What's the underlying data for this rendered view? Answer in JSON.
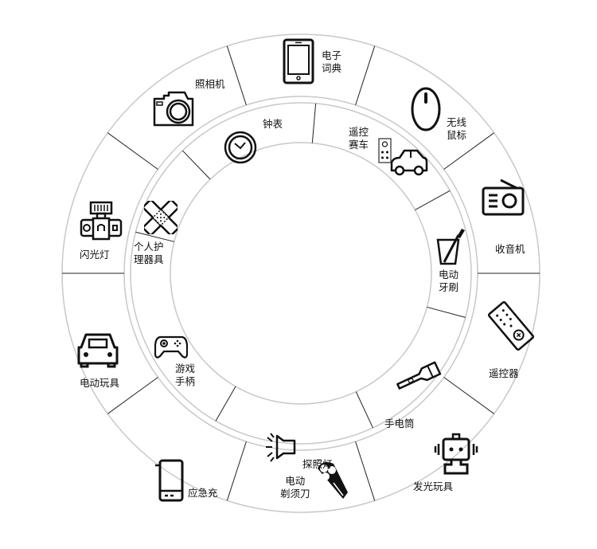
{
  "outer_ring": [
    {
      "label_lines": [
        "电子",
        "词典"
      ],
      "icon": "tablet-icon"
    },
    {
      "label_lines": [
        "无线",
        "鼠标"
      ],
      "icon": "mouse-icon"
    },
    {
      "label_lines": [
        "收音机"
      ],
      "icon": "radio-icon"
    },
    {
      "label_lines": [
        "遥控器"
      ],
      "icon": "remote-control-icon"
    },
    {
      "label_lines": [
        "发光玩具"
      ],
      "icon": "robot-icon"
    },
    {
      "label_lines": [
        "电动",
        "剃须刀"
      ],
      "icon": "shaver-icon"
    },
    {
      "label_lines": [
        "应急充"
      ],
      "icon": "power-bank-icon"
    },
    {
      "label_lines": [
        "电动玩具"
      ],
      "icon": "toy-car-icon"
    },
    {
      "label_lines": [
        "闪光灯"
      ],
      "icon": "flash-icon"
    },
    {
      "label_lines": [
        "照相机"
      ],
      "icon": "camera-icon"
    }
  ],
  "inner_ring": [
    {
      "label_lines": [
        "钟表"
      ],
      "icon": "clock-icon"
    },
    {
      "label_lines": [
        "遥控",
        "赛车"
      ],
      "icon": "rc-car-icon"
    },
    {
      "label_lines": [
        "电动",
        "牙刷"
      ],
      "icon": "toothbrush-icon"
    },
    {
      "label_lines": [
        "手电筒"
      ],
      "icon": "flashlight-icon"
    },
    {
      "label_lines": [
        "探照灯"
      ],
      "icon": "searchlight-icon"
    },
    {
      "label_lines": [
        "游戏",
        "手柄"
      ],
      "icon": "gamepad-icon"
    },
    {
      "label_lines": [
        "个人护",
        "理器具"
      ],
      "icon": "bandage-icon"
    }
  ],
  "colors": {
    "ring": "#c8c8c8",
    "divider": "#222222",
    "icon": "#111111"
  }
}
